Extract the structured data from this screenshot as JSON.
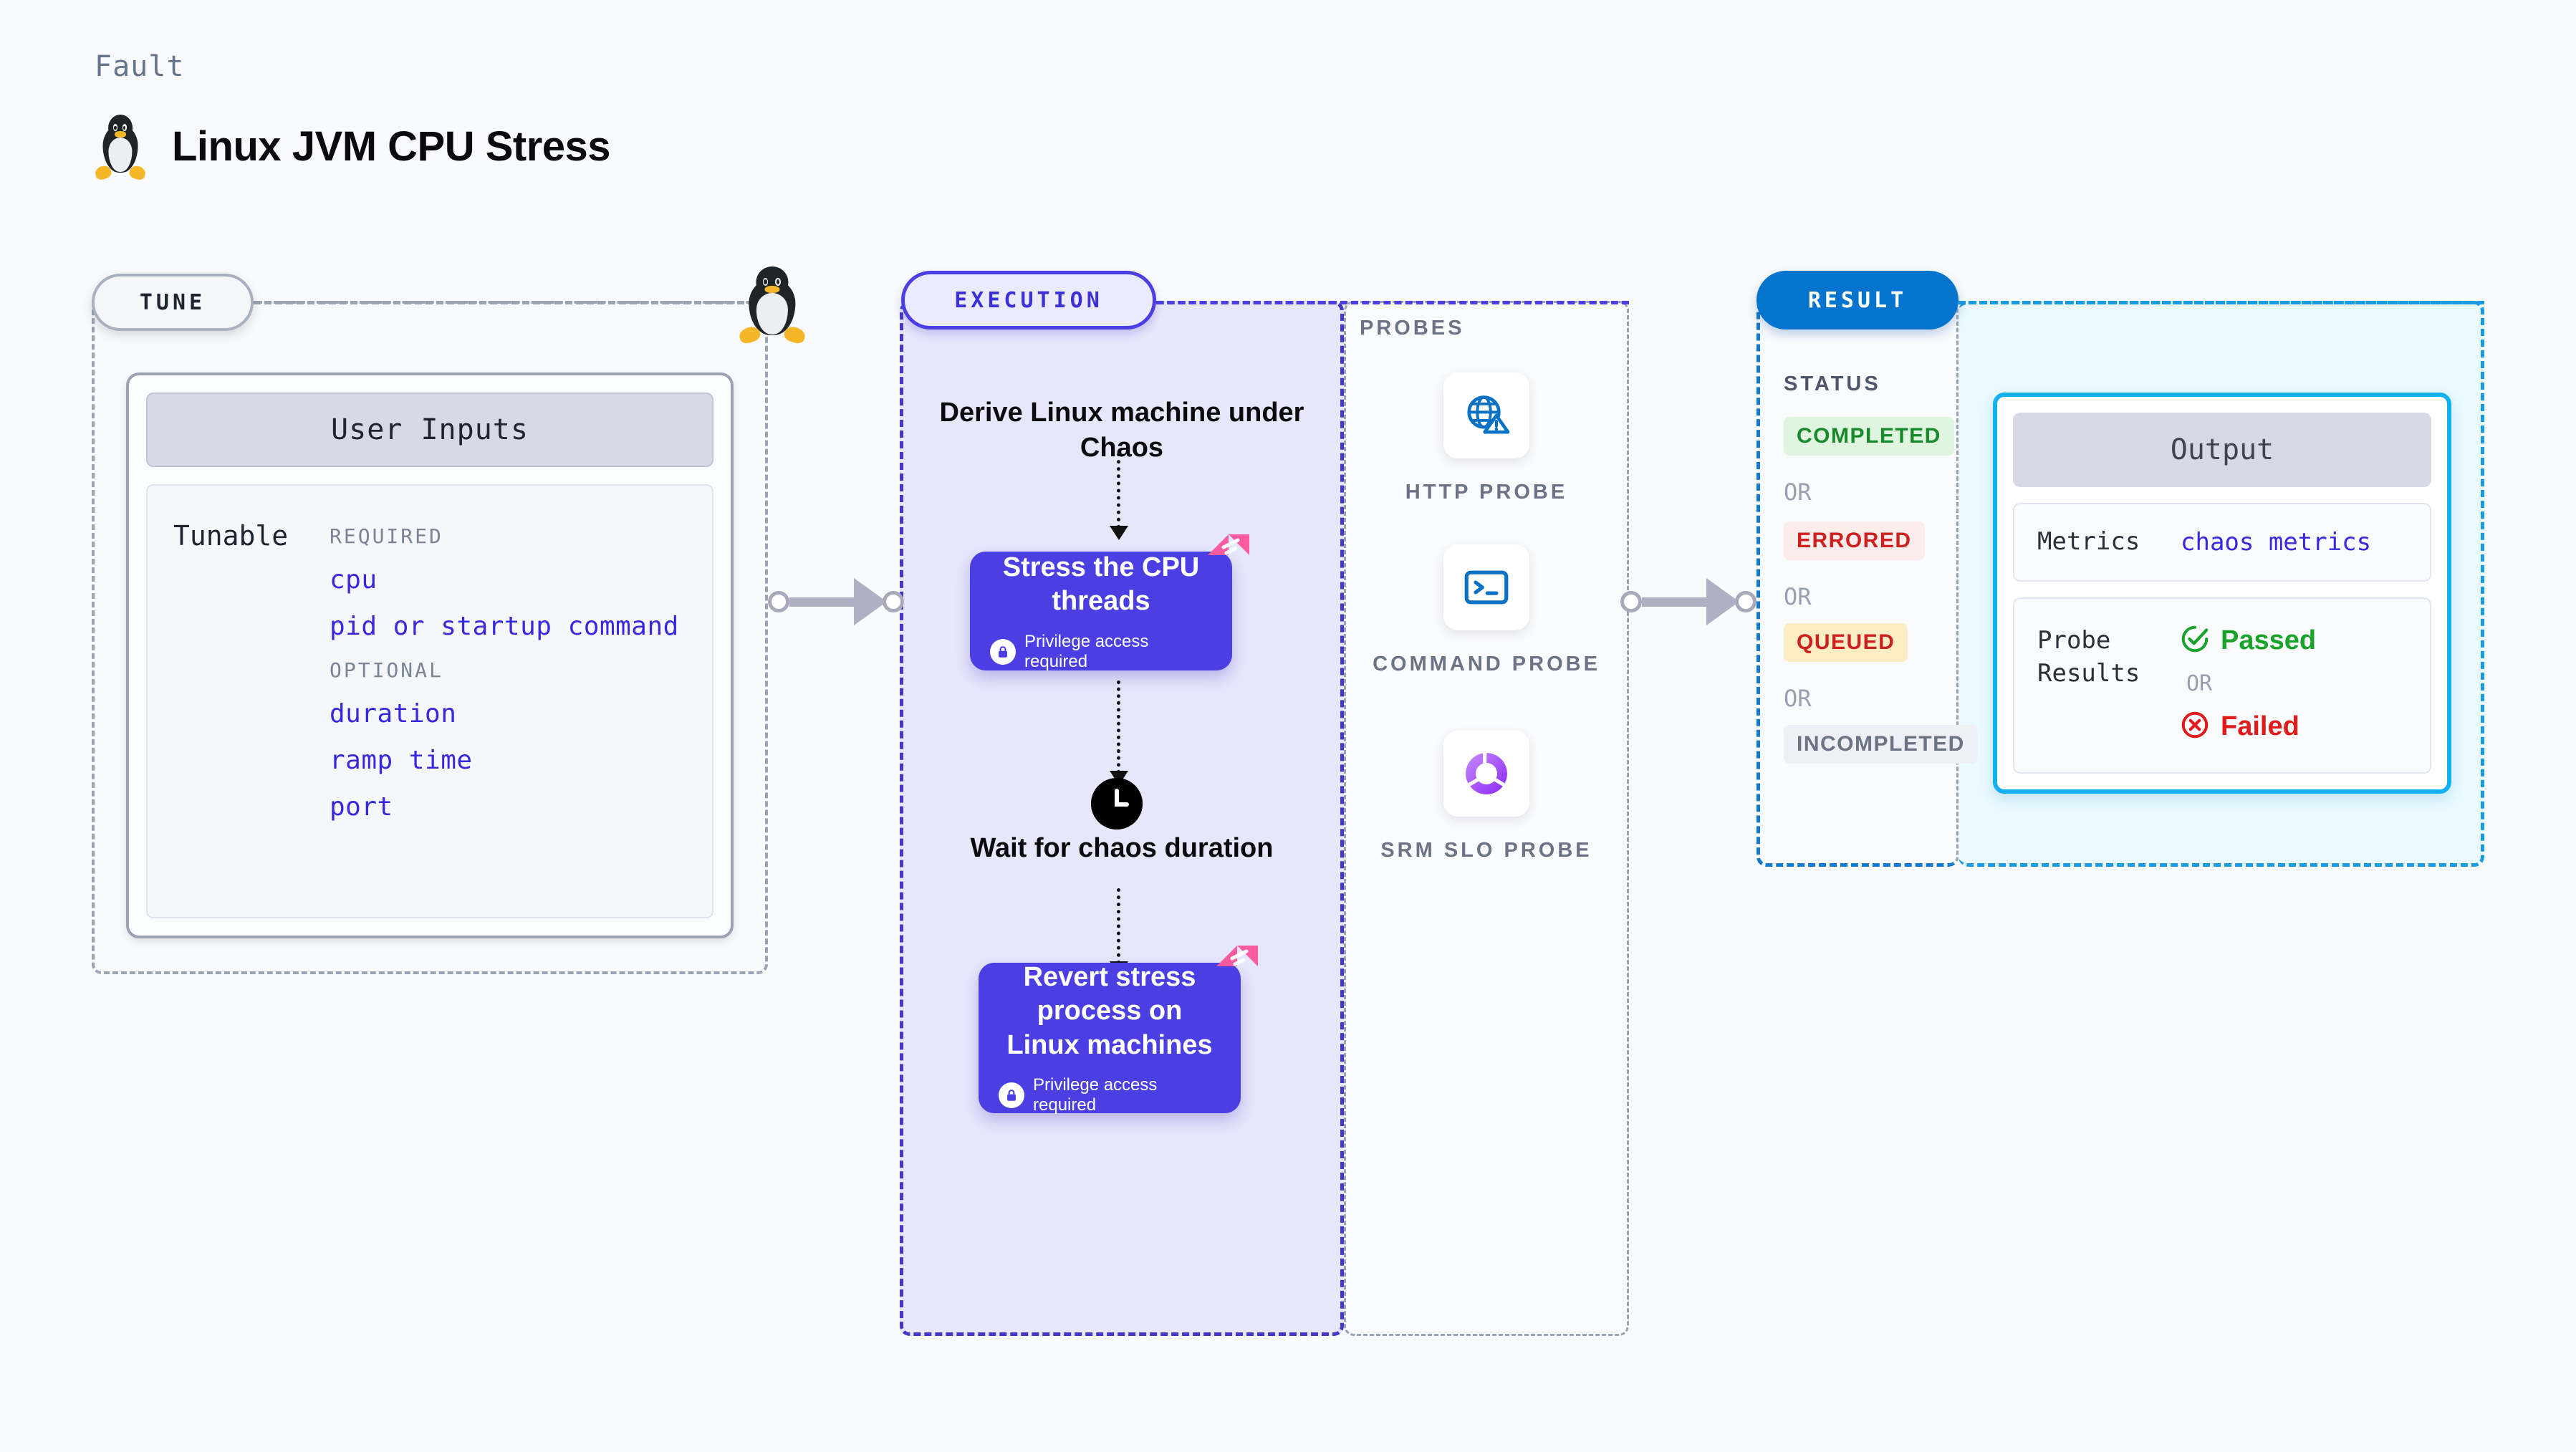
{
  "header": {
    "eyebrow": "Fault",
    "title": "Linux JVM CPU Stress",
    "icon": "linux-penguin-icon"
  },
  "tune": {
    "pill_label": "TUNE",
    "marker_icon": "linux-penguin-icon",
    "card_title": "User Inputs",
    "row_label": "Tunable",
    "groups": [
      {
        "label": "REQUIRED",
        "items": [
          "cpu",
          "pid or startup command"
        ]
      },
      {
        "label": "OPTIONAL",
        "items": [
          "duration",
          "ramp time",
          "port"
        ]
      }
    ]
  },
  "execution": {
    "pill_label": "EXECUTION",
    "flow": {
      "derive_text": "Derive Linux machine under Chaos",
      "wait_text": "Wait for chaos duration",
      "wait_icon": "clock-icon"
    },
    "nodes": [
      {
        "title": "Stress the CPU threads",
        "privilege_text": "Privilege access required",
        "privilege_icon": "lock-icon",
        "badge_icon": "fault-badge-icon"
      },
      {
        "title": "Revert stress process on Linux machines",
        "privilege_text": "Privilege access required",
        "privilege_icon": "lock-icon",
        "badge_icon": "fault-badge-icon"
      }
    ]
  },
  "probes": {
    "title": "PROBES",
    "items": [
      {
        "caption": "HTTP PROBE",
        "icon": "globe-warning-icon"
      },
      {
        "caption": "COMMAND PROBE",
        "icon": "terminal-icon"
      },
      {
        "caption": "SRM SLO PROBE",
        "icon": "donut-check-icon"
      }
    ]
  },
  "result": {
    "pill_label": "RESULT",
    "status_title": "STATUS",
    "or_label": "OR",
    "statuses": [
      {
        "label": "COMPLETED",
        "bg": "#dff5df",
        "fg": "#188a2b"
      },
      {
        "label": "ERRORED",
        "bg": "#fdecec",
        "fg": "#cf2020"
      },
      {
        "label": "QUEUED",
        "bg": "#fdedc4",
        "fg": "#cf2020"
      },
      {
        "label": "INCOMPLETED",
        "bg": "#eef0f5",
        "fg": "#6b7385"
      }
    ],
    "output": {
      "title": "Output",
      "metrics_key": "Metrics",
      "metrics_value": "chaos metrics",
      "probe_results_key": "Probe Results",
      "passed_label": "Passed",
      "failed_label": "Failed",
      "or_label": "OR",
      "passed_icon": "check-circle-icon",
      "failed_icon": "x-circle-icon"
    }
  },
  "colors": {
    "page_bg": "#f8fafc",
    "tune_border": "#9aa3b2",
    "execution_accent": "#4b3fe4",
    "execution_bg": "#e7e7fc",
    "result_accent": "#0574ce",
    "output_accent": "#12b0ef",
    "output_bg": "#eafaff",
    "tunable_text": "#3728e0",
    "fault_badge": "#fb5ca0"
  }
}
